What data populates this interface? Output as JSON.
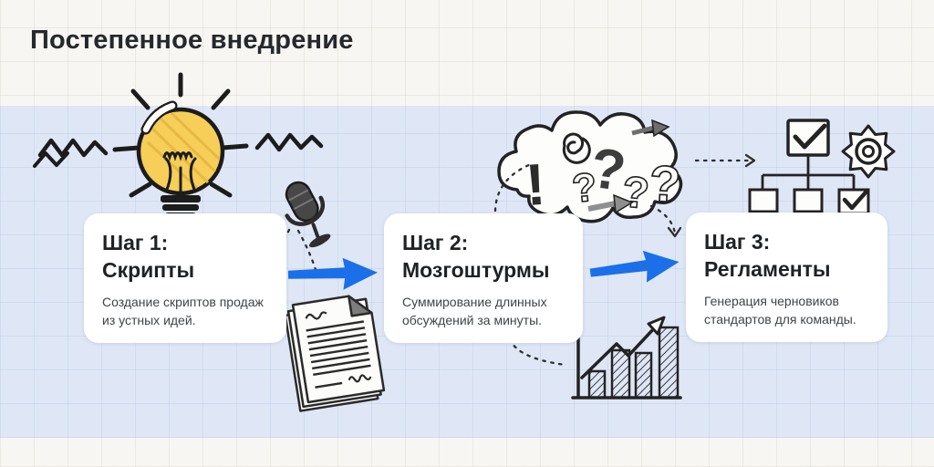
{
  "slide": {
    "title": "Постепенное внедрение"
  },
  "steps": [
    {
      "label": "Шаг 1:",
      "title": "Скрипты",
      "description": "Создание скриптов продаж из устных идей."
    },
    {
      "label": "Шаг 2:",
      "title": "Мозгоштурмы",
      "description": "Суммирование длинных обсуждений за минуты."
    },
    {
      "label": "Шаг 3:",
      "title": "Регламенты",
      "description": "Генерация черновиков стандартов для команды."
    }
  ],
  "icons": {
    "step1_main": "lightbulb-icon",
    "step1_side": "microphone-icon",
    "step1_bottom": "document-icon",
    "step2_main": "thought-cloud-icon",
    "step2_bottom": "bar-chart-icon",
    "step3_main": "flowchart-icon",
    "step3_side": "gear-icon"
  },
  "colors": {
    "accent_blue": "#1b6fe8",
    "bulb_yellow": "#f6ce58",
    "band_blue": "#dfe7f6",
    "paper": "#f7f6f2",
    "ink": "#232323"
  }
}
